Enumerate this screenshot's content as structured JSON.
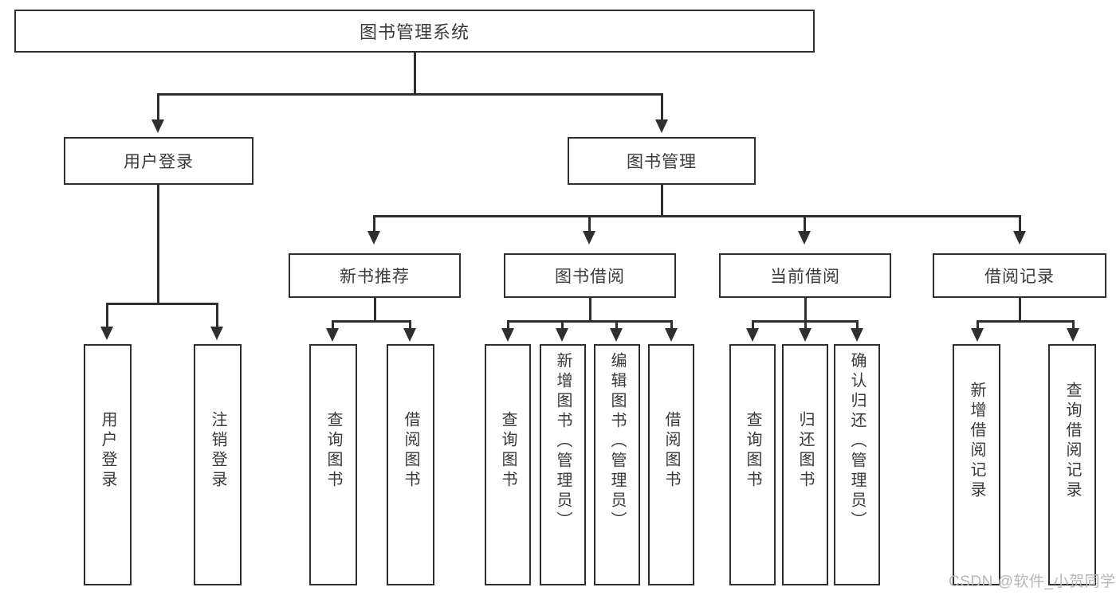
{
  "diagram": {
    "title": "图书管理系统",
    "type": "hierarchy-tree",
    "root": {
      "label": "图书管理系统"
    },
    "level2": [
      {
        "label": "用户登录"
      },
      {
        "label": "图书管理"
      }
    ],
    "level3": [
      {
        "label": "新书推荐"
      },
      {
        "label": "图书借阅"
      },
      {
        "label": "当前借阅"
      },
      {
        "label": "借阅记录"
      }
    ],
    "leaves": {
      "user_login": [
        {
          "label": "用户登录"
        },
        {
          "label": "注销登录"
        }
      ],
      "new_book_recommend": [
        {
          "label": "查询图书"
        },
        {
          "label": "借阅图书"
        }
      ],
      "book_borrow": [
        {
          "label": "查询图书"
        },
        {
          "label": "新增图书（管理员）"
        },
        {
          "label": "编辑图书（管理员）"
        },
        {
          "label": "借阅图书"
        }
      ],
      "current_borrow": [
        {
          "label": "查询图书"
        },
        {
          "label": "归还图书"
        },
        {
          "label": "确认归还（管理员）"
        }
      ],
      "borrow_records": [
        {
          "label": "新增借阅记录"
        },
        {
          "label": "查询借阅记录"
        }
      ]
    }
  },
  "watermark": {
    "text": "CSDN @软件_小贺同学"
  },
  "colors": {
    "stroke": "#2f2f2f",
    "text": "#3a3a3a",
    "background": "#ffffff",
    "watermark": "#b7b7b7"
  }
}
